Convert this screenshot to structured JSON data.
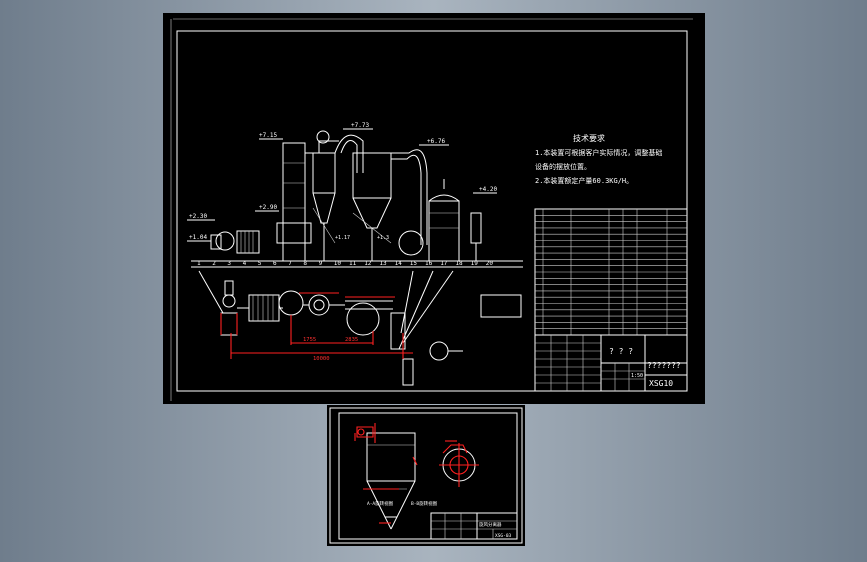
{
  "sheet1": {
    "elevations": [
      "+7.15",
      "+7.73",
      "+6.76",
      "+2.90",
      "+2.30",
      "+1.04",
      "+4.20",
      "+1.17",
      "+1.3"
    ],
    "part_numbers": [
      "1",
      "2",
      "3",
      "4",
      "5",
      "6",
      "7",
      "8",
      "9",
      "10",
      "11",
      "12",
      "13",
      "14",
      "15",
      "16",
      "17",
      "18",
      "19",
      "20"
    ],
    "dimensions": [
      "1755",
      "2835",
      "10000"
    ],
    "tech_notes": {
      "title": "技术要求",
      "line1": "1.本装置可根据客户实际情况，调整基础",
      "line2": "设备的摆放位置。",
      "line3": "2.本装置额定产量60.3KG/H。"
    },
    "title_block": {
      "question_marks": "? ? ?",
      "name": "???????",
      "drawing_no": "XSG10",
      "scale": "1:50"
    }
  },
  "sheet2": {
    "labels": [
      "A-A旋转视图",
      "B-B旋转视图"
    ],
    "title_block": {
      "name": "旋风分离器",
      "drawing_no": "XSG-03"
    }
  }
}
